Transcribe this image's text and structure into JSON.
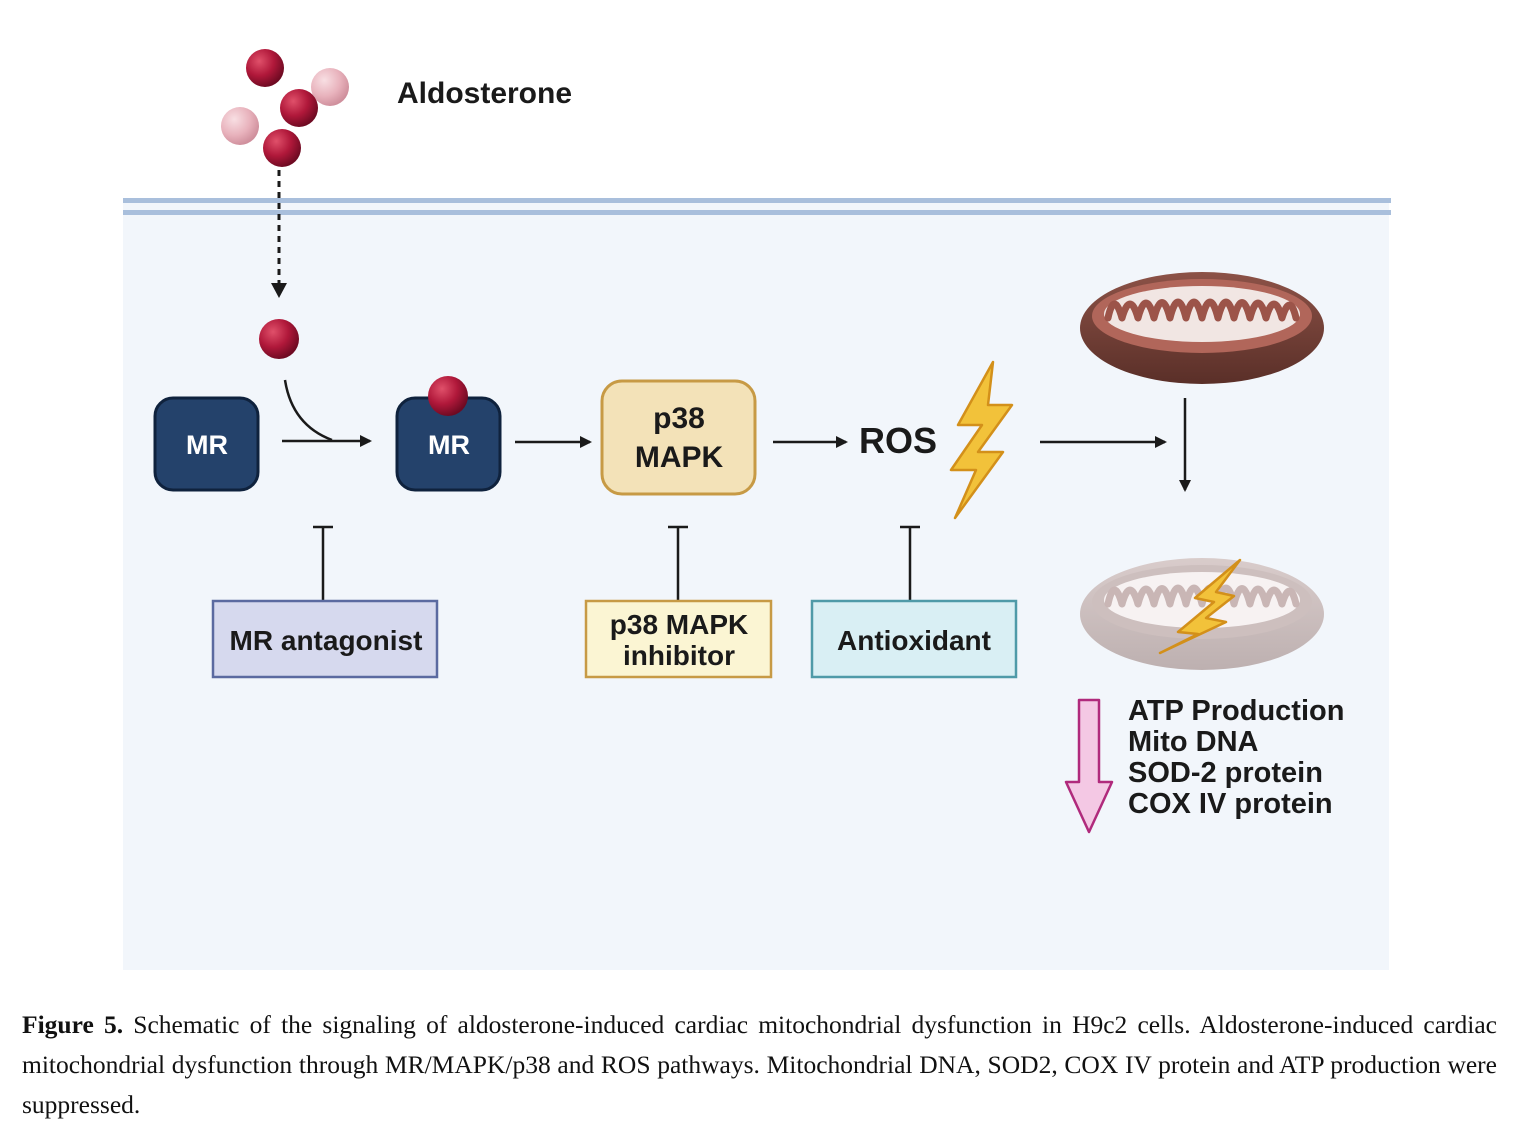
{
  "diagram": {
    "ligand_label": "Aldosterone",
    "receptor_label": "MR",
    "bound_receptor_label": "MR",
    "kinase_label_line1": "p38",
    "kinase_label_line2": "MAPK",
    "ros_label": "ROS",
    "inhibitors": {
      "mr_antagonist": "MR antagonist",
      "p38_inhibitor_line1": "p38 MAPK",
      "p38_inhibitor_line2": "inhibitor",
      "antioxidant": "Antioxidant"
    },
    "outcomes": [
      "ATP Production",
      "Mito DNA",
      "SOD-2 protein",
      "COX IV protein"
    ],
    "colors": {
      "cell_bg": "#f2f6fb",
      "membrane": "#a9bfdc",
      "receptor": "#24426b",
      "kinase_box": "#f3e2b8",
      "mr_antagonist_box": "#d6d9ee",
      "p38_inhibitor_box": "#fbf5d3",
      "antioxidant_box": "#d9eff4",
      "ligand": "#b0183a",
      "bolt": "#f2c23a",
      "down_arrow": "#f4c8e4"
    }
  },
  "caption": {
    "label": "Figure 5.",
    "text": " Schematic of the signaling of aldosterone-induced cardiac mitochondrial dysfunction in H9c2 cells. Aldosterone-induced cardiac mitochondrial dysfunction through MR/MAPK/p38 and ROS pathways. Mitochondrial DNA, SOD2, COX IV protein and ATP production were suppressed."
  }
}
